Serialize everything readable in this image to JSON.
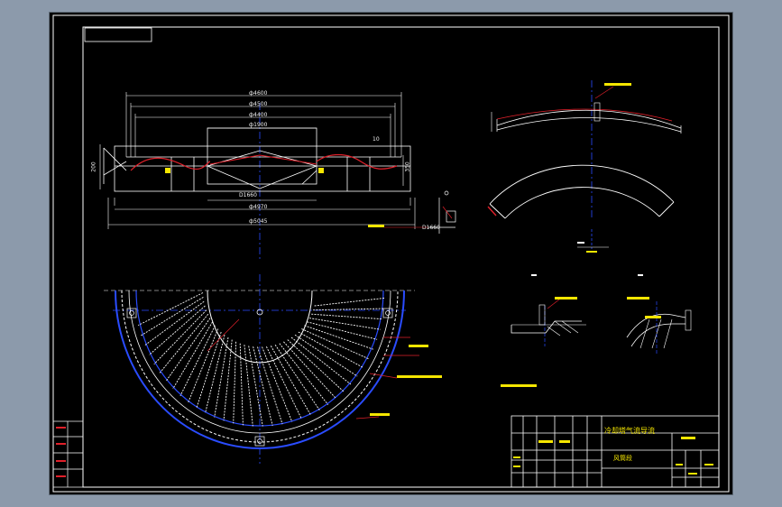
{
  "colors": {
    "background": "#8c9aab",
    "sheet": "#000000",
    "line": "#ffffff",
    "center": "#2a4cff",
    "profile": "#e0202a",
    "annotation": "#f5e600",
    "leader": "#ff2a2a"
  },
  "dims": {
    "d4600": "ф4600",
    "d4500": "ф4500",
    "d4400": "ф4400",
    "d1900": "ф1900",
    "d4970": "ф4970",
    "d5045": "ф5045",
    "h1660": "D1660",
    "h1660b": "D1660",
    "side200": "200",
    "side350": "350",
    "top10": "10"
  },
  "title_block": {
    "title": "冷却塔气流导流",
    "subtitle": "风筒段"
  }
}
